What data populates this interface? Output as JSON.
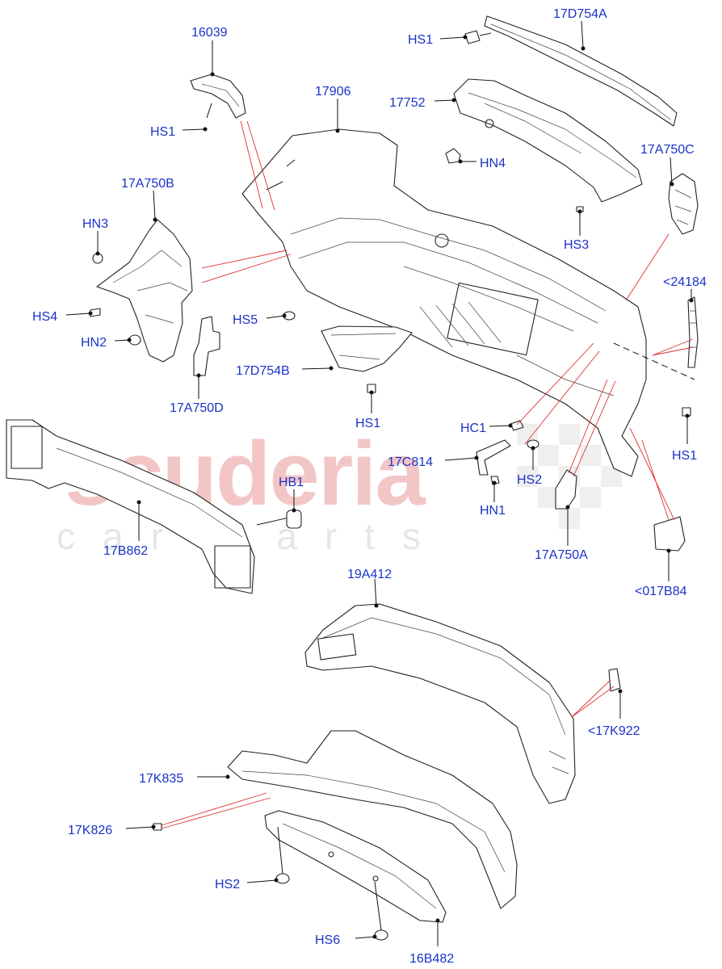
{
  "watermark": {
    "brand": "scuderia",
    "sub": "car parts"
  },
  "labels": {
    "l16039": "16039",
    "l17906": "17906",
    "l17D754A": "17D754A",
    "lHS1_top": "HS1",
    "l17752": "17752",
    "lHS1_left": "HS1",
    "lHN4": "HN4",
    "l17A750B": "17A750B",
    "l17A750C": "17A750C",
    "lHN3": "HN3",
    "lHS3": "HS3",
    "l24184": "<24184",
    "lHS4": "HS4",
    "lHS5": "HS5",
    "lHN2": "HN2",
    "l17D754B": "17D754B",
    "l17A750D": "17A750D",
    "lHS1_mid": "HS1",
    "lHC1": "HC1",
    "lHS1_right": "HS1",
    "l17C814": "17C814",
    "lHS2_mid": "HS2",
    "lHB1": "HB1",
    "lHN1": "HN1",
    "l17B862": "17B862",
    "l17A750A": "17A750A",
    "l017B84": "<017B84",
    "l19A412": "19A412",
    "l17K922": "<17K922",
    "l17K835": "17K835",
    "l17K826": "17K826",
    "lHS2_bottom": "HS2",
    "lHS6": "HS6",
    "l16B482": "16B482"
  },
  "colors": {
    "label": "#1a33c8",
    "reference_line": "#e0302f",
    "outline": "#222222",
    "watermark": "#f3c6c6"
  }
}
